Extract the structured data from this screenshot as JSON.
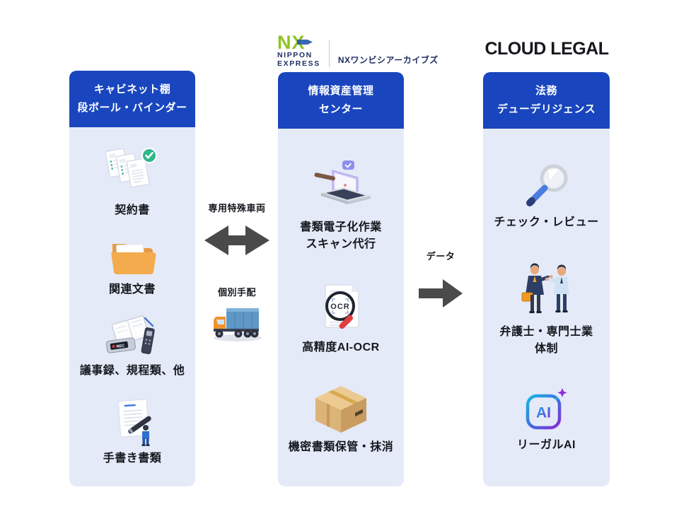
{
  "branding": {
    "nx_logo": {
      "mark": "NX",
      "name_line1": "NIPPON",
      "name_line2": "EXPRESS",
      "service": "NXワンビシアーカイブズ"
    },
    "cloud_legal": "CLOUD LEGAL"
  },
  "columns": [
    {
      "title": "キャビネット棚\n段ボール・バインダー",
      "items": [
        {
          "icon": "contract-documents-icon",
          "label": "契約書"
        },
        {
          "icon": "folder-icon",
          "label": "関連文書"
        },
        {
          "icon": "recorder-notes-icon",
          "label": "議事録、規程類、他"
        },
        {
          "icon": "handwritten-document-icon",
          "label": "手書き書類"
        }
      ]
    },
    {
      "title": "情報資産管理\nセンター",
      "items": [
        {
          "icon": "laptop-scan-icon",
          "label": "書類電子化作業\nスキャン代行"
        },
        {
          "icon": "ocr-magnifier-icon",
          "label": "高精度AI-OCR"
        },
        {
          "icon": "cardboard-box-icon",
          "label": "機密書類保管・抹消"
        }
      ]
    },
    {
      "title": "法務\nデューデリジェンス",
      "items": [
        {
          "icon": "magnifier-icon",
          "label": "チェック・レビュー"
        },
        {
          "icon": "lawyers-icon",
          "label": "弁護士・専門士業\n体制"
        },
        {
          "icon": "legal-ai-icon",
          "label": "リーガルAI"
        }
      ]
    }
  ],
  "connectors": {
    "transport": {
      "top_label": "専用特殊車両",
      "bottom_label": "個別手配",
      "icon": "truck-icon",
      "arrow": "bidirectional"
    },
    "data_flow": {
      "label": "データ",
      "arrow": "right"
    }
  },
  "icon_text": {
    "ocr": "OCR",
    "rec": "REC",
    "ai": "AI"
  },
  "colors": {
    "header_blue": "#1946BE",
    "column_bg": "#E4EAF8",
    "arrow_gray": "#4A4A4A",
    "nx_green": "#8FC31F",
    "nx_navy": "#1E2F63",
    "folder_orange": "#F3AB4E",
    "box_tan": "#DDB478",
    "ai_gradient_start": "#19B8E8",
    "ai_gradient_end": "#8A2BD8",
    "text_dark": "#15181D"
  }
}
